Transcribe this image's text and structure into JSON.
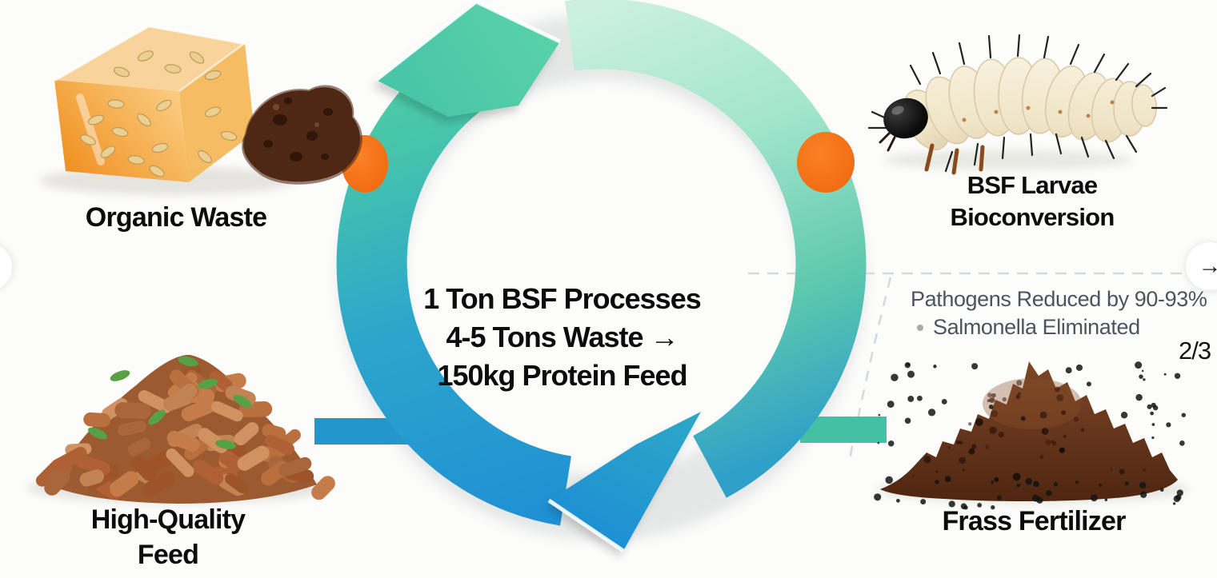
{
  "carousel": {
    "page_indicator": "2/3",
    "next_icon": "→"
  },
  "cycle": {
    "center_text": {
      "line1": "1 Ton BSF Processes",
      "line2": "4-5 Tons Waste →",
      "line3": "150kg Protein Feed"
    },
    "stages": {
      "organic_waste": {
        "label": "Organic Waste"
      },
      "bsf_larvae": {
        "line1": "BSF Larvae",
        "line2": "Bioconversion"
      },
      "frass_fertilizer": {
        "label": "Frass Fertilizer"
      },
      "high_quality_feed": {
        "line1": "High-Quality",
        "line2": "Feed"
      }
    },
    "frass_callout": {
      "stat1": "Pathogens Reduced by 90-93%",
      "stat2": "Salmonella Eliminated"
    },
    "colors": {
      "orange": "#F4711C",
      "teal": "#43C2A4",
      "blue": "#2196CB",
      "mint": "#C9EFE0"
    }
  }
}
